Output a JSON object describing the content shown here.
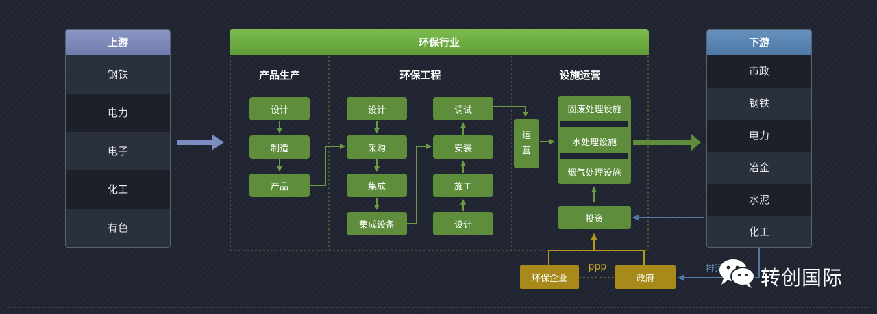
{
  "upstream": {
    "title": "上游",
    "items": [
      "钢铁",
      "电力",
      "电子",
      "化工",
      "有色"
    ]
  },
  "industry": {
    "title": "环保行业",
    "product": {
      "title": "产品生产",
      "steps": [
        "设计",
        "制造",
        "产品"
      ]
    },
    "engineering": {
      "title": "环保工程",
      "left_steps": [
        "设计",
        "采购",
        "集成",
        "集成设备"
      ],
      "right_steps": [
        "调试",
        "安装",
        "施工",
        "设计"
      ]
    },
    "operation": {
      "title": "设施运营",
      "run_label": "运营",
      "facilities": [
        "固废处理设施",
        "水处理设施",
        "烟气处理设施"
      ],
      "invest": "投资"
    }
  },
  "downstream": {
    "title": "下游",
    "items": [
      "市政",
      "钢铁",
      "电力",
      "冶金",
      "水泥",
      "化工"
    ]
  },
  "bottom": {
    "enterprise": "环保企业",
    "government": "政府",
    "ppp": "ppp",
    "discharge": "排污"
  },
  "watermark": "转创国际",
  "colors": {
    "upstream_header": "#6f7dae",
    "industry_header": "#6aa840",
    "downstream_header": "#4f79a6",
    "green_box": "#5e8e3c",
    "gold_box": "#a88a1a",
    "blue_arrow": "#4f79a6"
  }
}
